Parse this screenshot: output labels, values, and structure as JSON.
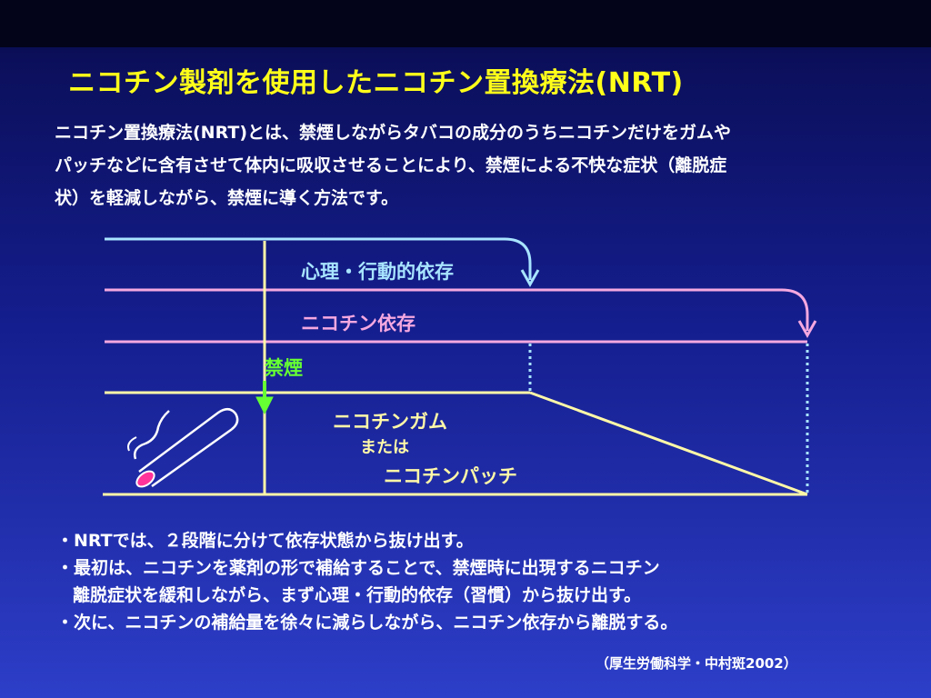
{
  "title": "ニコチン製剤を使用したニコチン置換療法(NRT)",
  "intro_lines": [
    "ニコチン置換療法(NRT)とは、禁煙しながらタバコの成分のうちニコチンだけをガムや",
    "パッチなどに含有させて体内に吸収させることにより、禁煙による不快な症状（離脱症",
    "状）を軽減しながら、禁煙に導く方法です。"
  ],
  "diagram": {
    "psych_label": "心理・行動的依存",
    "nicotine_label": "ニコチン依存",
    "quit_label": "禁煙",
    "gum_label": "ニコチンガム",
    "or_label": "または",
    "patch_label": "ニコチンパッチ",
    "colors": {
      "psych": "#a8e4ff",
      "nicotine": "#f5a8e0",
      "product": "#fff8a8",
      "quit_arrow": "#66ff33",
      "quit_text": "#66ff33",
      "cigarette_tip": "#ff3399"
    }
  },
  "bullets": {
    "b1": "・NRTでは、２段階に分けて依存状態から抜け出す。",
    "b2": "・最初は、ニコチンを薬剤の形で補給することで、禁煙時に出現するニコチン",
    "b2_cont": "離脱症状を緩和しながら、まず心理・行動的依存（習慣）から抜け出す。",
    "b3": "・次に、ニコチンの補給量を徐々に減らしながら、ニコチン依存から離脱する。"
  },
  "source": "（厚生労働科学・中村斑2002）"
}
